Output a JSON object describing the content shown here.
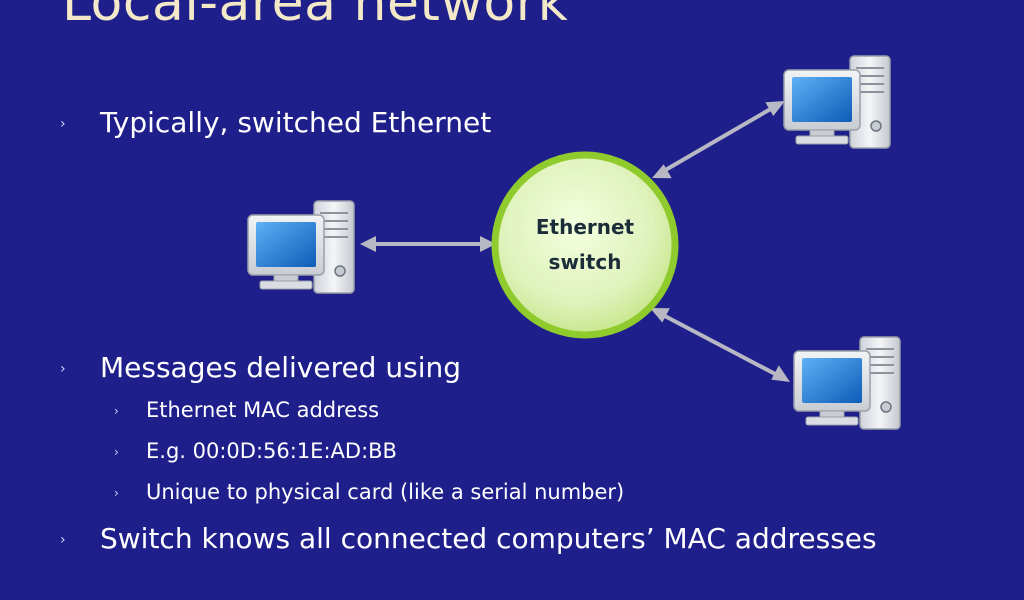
{
  "slide": {
    "title": "Local-area network",
    "bullets": {
      "b1": "Typically, switched Ethernet",
      "b2": "Messages delivered using",
      "b3": "Switch knows all connected computers’ MAC addresses"
    },
    "sub_bullets": [
      "Ethernet MAC address",
      "E.g. 00:0D:56:1E:AD:BB",
      "Unique to physical card (like a serial number)"
    ],
    "bullet_marker": "›"
  },
  "diagram": {
    "switch": {
      "line1": "Ethernet",
      "line2": "switch"
    },
    "computers": [
      "computer-left",
      "computer-top-right",
      "computer-bottom-right"
    ]
  },
  "colors": {
    "background": "#1f1f8c",
    "title": "#f3e9c8",
    "switch_fill": "#d9f0b0",
    "switch_border": "#8fcb2d",
    "arrow": "#b8b8c4",
    "screen": "#1e78d4"
  }
}
